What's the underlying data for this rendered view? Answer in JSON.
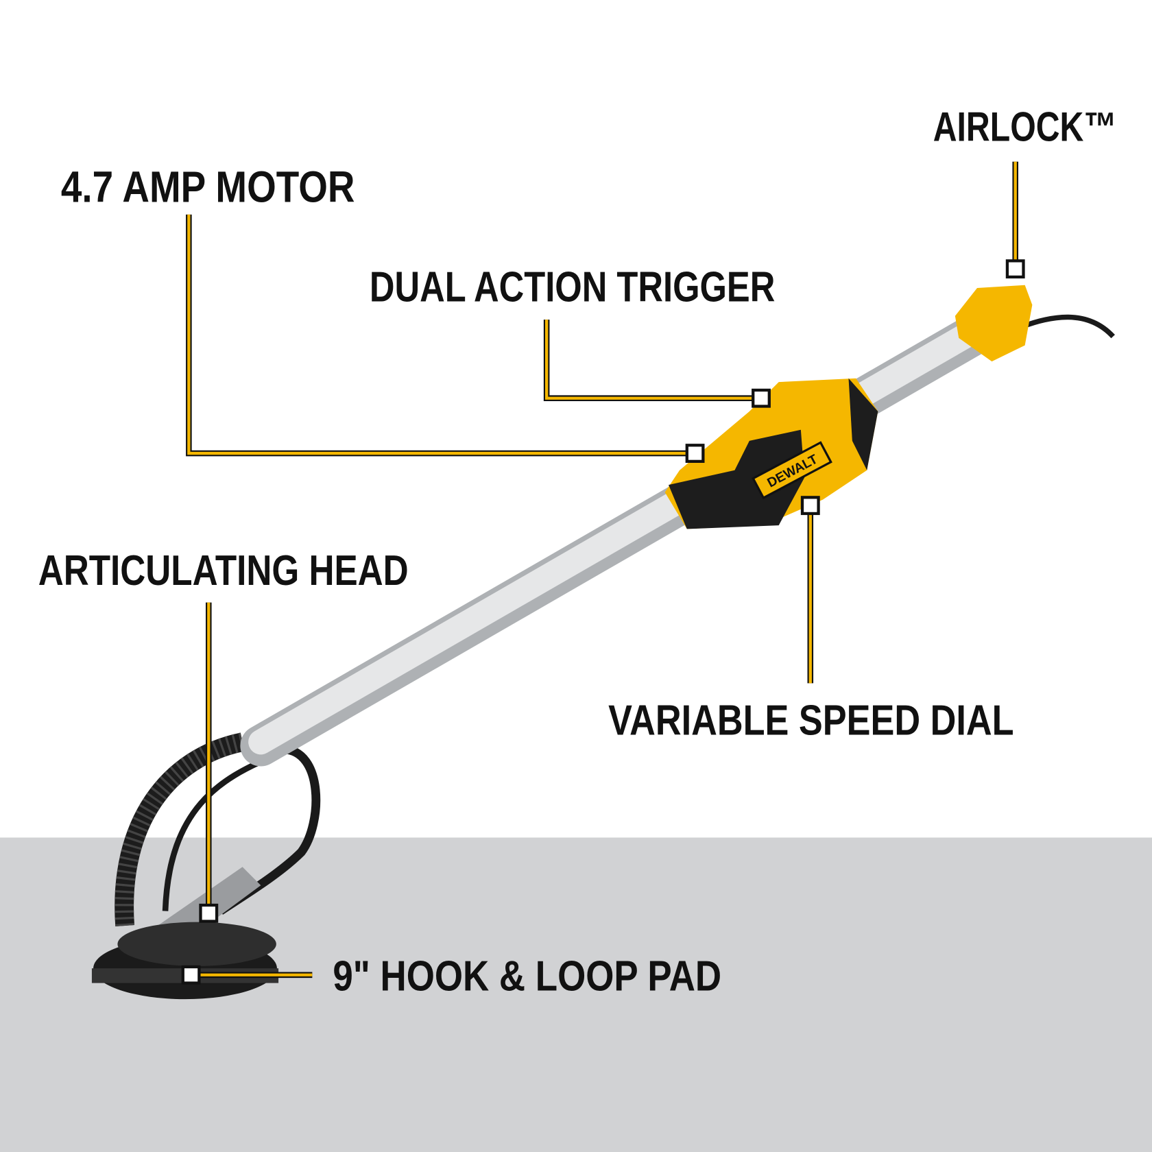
{
  "callouts": {
    "airlock": "AIRLOCK™",
    "motor": "4.7 AMP MOTOR",
    "trigger": "DUAL ACTION TRIGGER",
    "articulating_head": "ARTICULATING HEAD",
    "speed_dial": "VARIABLE SPEED DIAL",
    "pad": "9\" HOOK & LOOP PAD"
  },
  "product": {
    "brand_logo": "DEWALT"
  },
  "colors": {
    "accent_yellow": "#f5b700",
    "floor": "#d1d2d4",
    "background": "#ffffff",
    "text": "#111111"
  }
}
